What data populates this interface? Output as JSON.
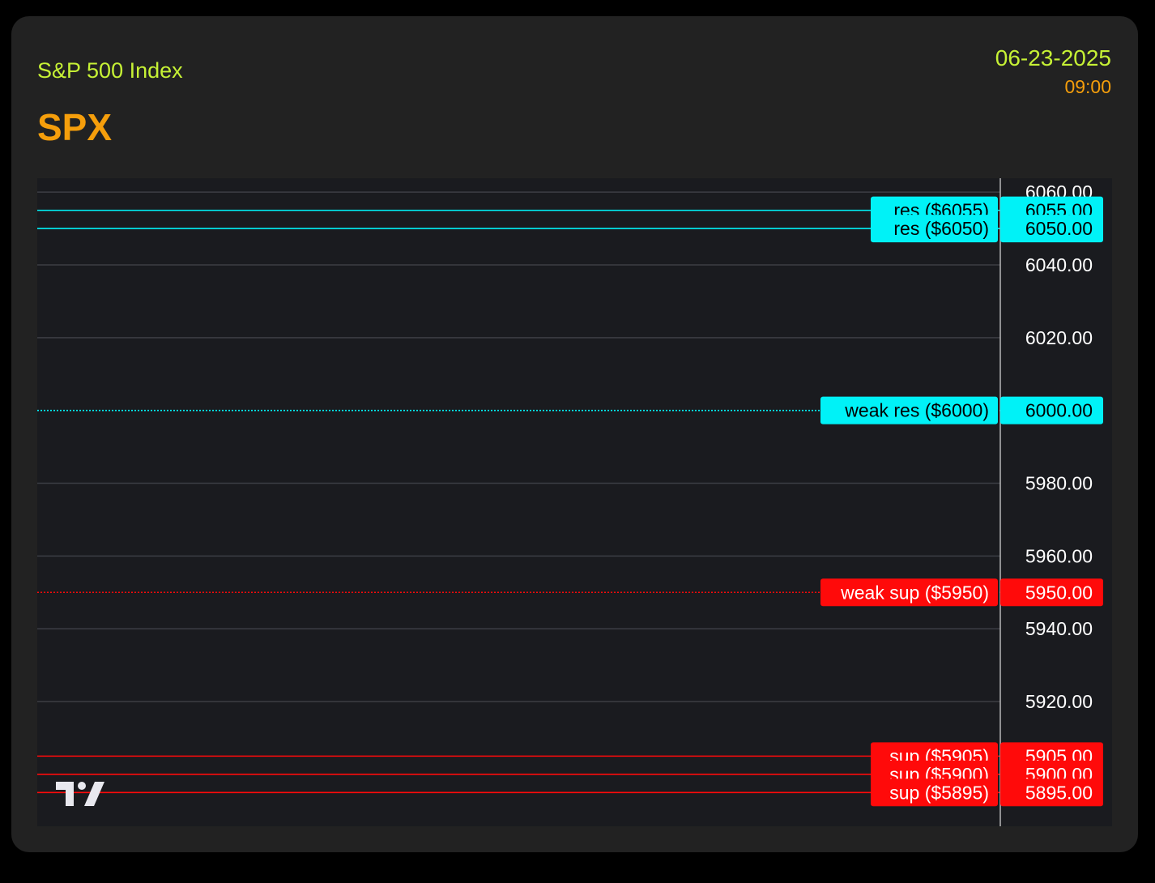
{
  "header": {
    "index_name": "S&P 500 Index",
    "ticker": "SPX",
    "date": "06-23-2025",
    "time": "09:00"
  },
  "colors": {
    "background": "#000000",
    "card": "#222222",
    "chart_bg": "#1a1b1f",
    "grid": "#3c3e44",
    "resistance": "#00f2f7",
    "support": "#ff0a0a",
    "header_green": "#c6f135",
    "header_orange": "#f59e0b"
  },
  "logo": {
    "icon": "tradingview-logo-icon"
  },
  "chart_data": {
    "type": "line",
    "ylim": [
      5890,
      6064
    ],
    "yticks": [
      {
        "value": 6060,
        "label": "6060.00"
      },
      {
        "value": 6040,
        "label": "6040.00"
      },
      {
        "value": 6020,
        "label": "6020.00"
      },
      {
        "value": 5980,
        "label": "5980.00"
      },
      {
        "value": 5960,
        "label": "5960.00"
      },
      {
        "value": 5940,
        "label": "5940.00"
      },
      {
        "value": 5920,
        "label": "5920.00"
      }
    ],
    "grid": true,
    "levels": [
      {
        "name": "res ($6055)",
        "value": 6055,
        "price_label": "6055.00",
        "kind": "resistance",
        "style": "solid"
      },
      {
        "name": "res ($6050)",
        "value": 6050,
        "price_label": "6050.00",
        "kind": "resistance",
        "style": "solid"
      },
      {
        "name": "weak res ($6000)",
        "value": 6000,
        "price_label": "6000.00",
        "kind": "resistance",
        "style": "dotted"
      },
      {
        "name": "weak sup ($5950)",
        "value": 5950,
        "price_label": "5950.00",
        "kind": "support",
        "style": "dotted"
      },
      {
        "name": "sup ($5905)",
        "value": 5905,
        "price_label": "5905.00",
        "kind": "support",
        "style": "solid"
      },
      {
        "name": "sup ($5900)",
        "value": 5900,
        "price_label": "5900.00",
        "kind": "support",
        "style": "solid"
      },
      {
        "name": "sup ($5895)",
        "value": 5895,
        "price_label": "5895.00",
        "kind": "support",
        "style": "solid"
      }
    ]
  }
}
